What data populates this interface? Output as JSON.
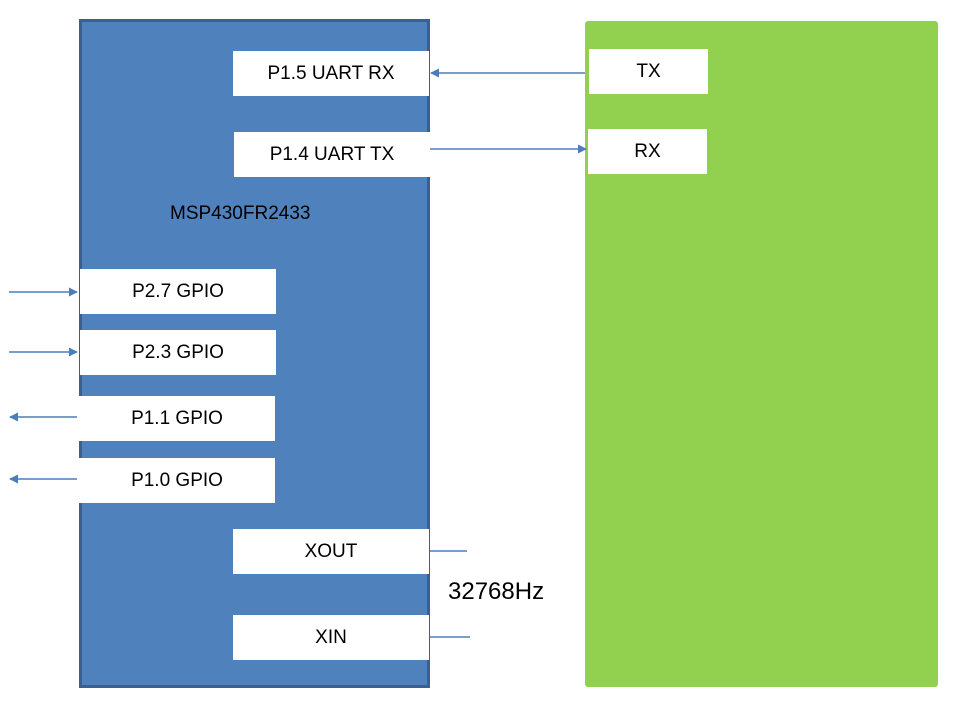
{
  "colors": {
    "mcu_fill": "#4f81bd",
    "mcu_border": "#3b5f8e",
    "peer_fill": "#92d050",
    "wire": "#4a7ebb",
    "pin_fill": "#ffffff"
  },
  "mcu": {
    "name": "MSP430FR2433",
    "pins": {
      "uart_rx": "P1.5 UART RX",
      "uart_tx": "P1.4 UART TX",
      "p27": "P2.7 GPIO",
      "p23": "P2.3 GPIO",
      "p11": "P1.1 GPIO",
      "p10": "P1.0 GPIO",
      "xout": "XOUT",
      "xin": "XIN"
    }
  },
  "peer": {
    "pins": {
      "tx": "TX",
      "rx": "RX"
    }
  },
  "crystal": {
    "frequency": "32768Hz"
  }
}
